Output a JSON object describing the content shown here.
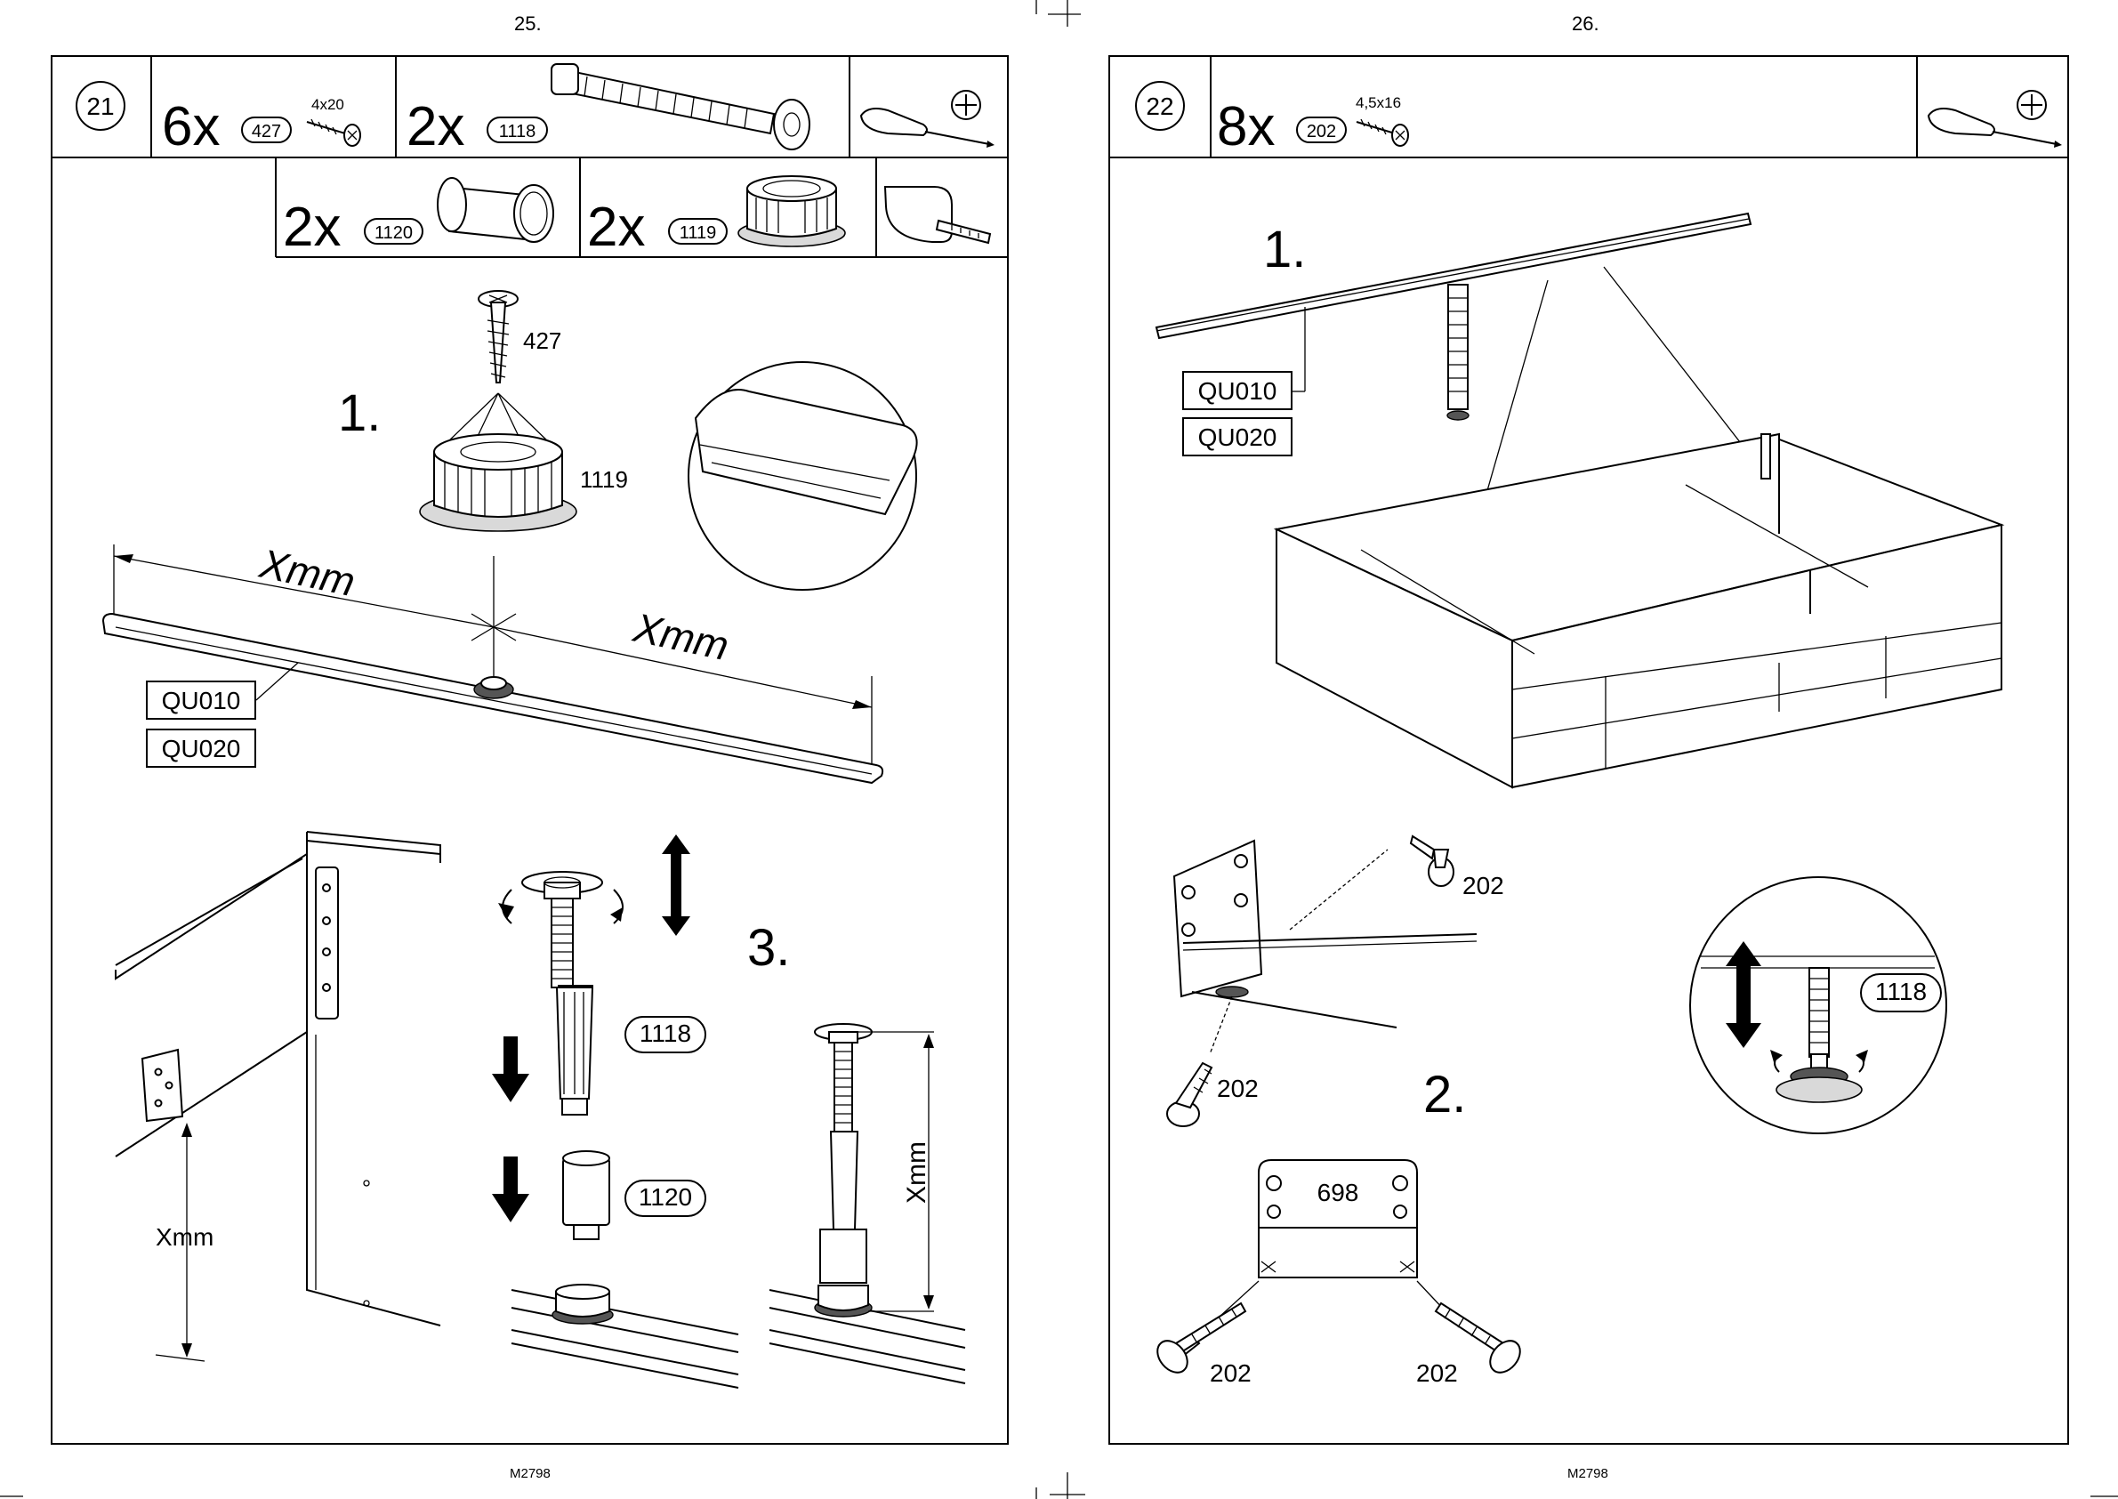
{
  "left_page": {
    "page_number": "25.",
    "footer": "M2798",
    "step": {
      "number": "21",
      "parts": [
        {
          "qty": "6x",
          "code": "427",
          "size": "4x20"
        },
        {
          "qty": "2x",
          "code": "1118"
        },
        {
          "qty": "2x",
          "code": "1120"
        },
        {
          "qty": "2x",
          "code": "1119"
        }
      ],
      "tools": [
        "screwdriver-icon",
        "phillips-head-icon",
        "tape-measure-icon"
      ],
      "substeps": [
        "1.",
        "3."
      ],
      "callouts": {
        "screw": "427",
        "foot_base": "1119",
        "rail_codes": [
          "QU010",
          "QU020"
        ],
        "measure": "Xmm",
        "leg": "1118",
        "sleeve": "1120"
      }
    }
  },
  "right_page": {
    "page_number": "26.",
    "footer": "M2798",
    "step": {
      "number": "22",
      "parts": [
        {
          "qty": "8x",
          "code": "202",
          "size": "4,5x16"
        }
      ],
      "tools": [
        "screwdriver-icon",
        "phillips-head-icon"
      ],
      "substeps": [
        "1.",
        "2."
      ],
      "callouts": {
        "rail_codes": [
          "QU010",
          "QU020"
        ],
        "screw": "202",
        "bracket": "698",
        "leg": "1118"
      }
    }
  }
}
